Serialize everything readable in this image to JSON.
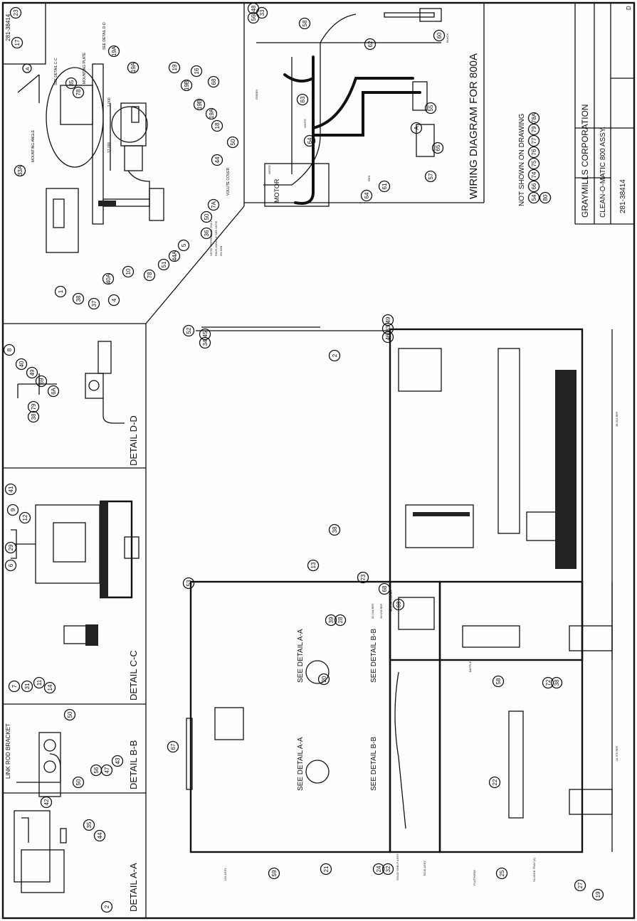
{
  "title_block": {
    "company": "GRAYMILLS CORPORATION",
    "drawing_title": "CLEAN-O-MATIC 800 ASSY.",
    "drawing_number": "281-38414",
    "size_letter": "D"
  },
  "corner_block": {
    "drawing_number": "281-38414",
    "revision": "A"
  },
  "wiring": {
    "title": "WIRING DIAGRAM FOR 800A",
    "motor_label": "MOTOR",
    "wire_labels": [
      "GREEN",
      "WHITE",
      "BLACK",
      "WHITE",
      "RED"
    ],
    "balloons": [
      "48",
      "56",
      "33",
      "58",
      "62",
      "60",
      "63",
      "55",
      "65",
      "57",
      "61",
      "64",
      "64",
      "A"
    ]
  },
  "not_shown": {
    "title": "NOT SHOWN ON DRAWING",
    "balloons": [
      "54",
      "66",
      "74",
      "75",
      "76",
      "77",
      "79",
      "78A",
      "80"
    ]
  },
  "pump_view": {
    "notes": [
      "SEE DETAIL C-C",
      "MOUNTING PLATE",
      "SEE DETAIL D-D",
      "MOUNTING ANGLE",
      "VOLUTE COVER",
      "1.000",
      "12.000"
    ],
    "balloons": [
      "23",
      "17",
      "35",
      "78",
      "19A",
      "19A",
      "19",
      "19B",
      "16",
      "68",
      "19B",
      "19A",
      "18",
      "50",
      "44",
      "7A",
      "50",
      "36",
      "5",
      "44A",
      "51",
      "78",
      "10",
      "40A",
      "4",
      "37",
      "38",
      "1",
      "33A"
    ]
  },
  "details": {
    "d_d": {
      "title": "DETAIL D-D",
      "balloons": [
        "8",
        "40",
        "49",
        "69",
        "6A",
        "79",
        "38"
      ]
    },
    "c_c": {
      "title": "DETAIL C-C",
      "balloons": [
        "41",
        "9",
        "12",
        "29",
        "6",
        "7",
        "31",
        "11",
        "14"
      ]
    },
    "b_b": {
      "title": "DETAIL B-B",
      "caption": "LINK ROD BRACKET",
      "balloons": [
        "50",
        "50",
        "56",
        "47",
        "43"
      ]
    },
    "a_a": {
      "title": "DETAIL A-A",
      "balloons": [
        "42",
        "35",
        "44",
        "2"
      ]
    }
  },
  "front_view": {
    "notes": [
      "LID ASSY.",
      "SOLID SHELF ASSY.",
      "TANK ASSY.",
      "PLATFORM",
      "SLUDGE TRAY (3)",
      "MOTOR COVER",
      "BAFFLE",
      "SEE DETAIL A-A",
      "SEE DETAIL A-A",
      "SEE DETAIL B-B",
      "SEE DETAIL B-B",
      "41.375 REF."
    ],
    "balloons": [
      "67",
      "53",
      "59",
      "21",
      "24",
      "32",
      "25",
      "27",
      "19",
      "39",
      "28",
      "20",
      "58",
      "22",
      "72",
      "38"
    ]
  },
  "side_view": {
    "notes": [
      "NOTE: REFERENCE ONLY",
      "PADS HANDLE SEE NOTE",
      "ON B/M",
      "32.244 REF.",
      "33.678 REF.",
      "38.313 REF."
    ],
    "balloons": [
      "52",
      "45",
      "34",
      "2",
      "49",
      "33",
      "46",
      "38",
      "13",
      "73",
      "68",
      "69"
    ]
  }
}
